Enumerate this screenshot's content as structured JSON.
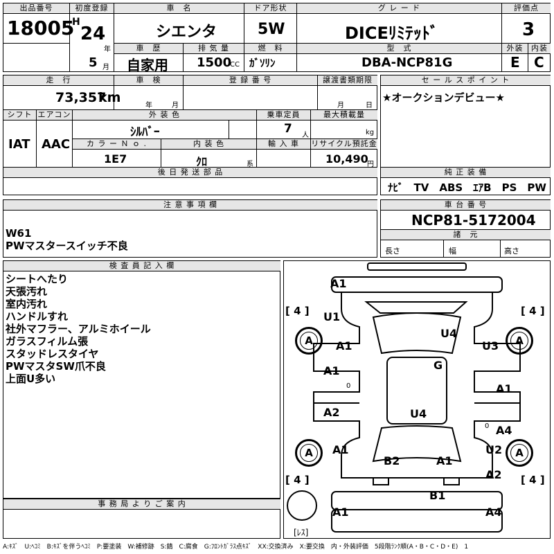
{
  "header": {
    "lot_no": {
      "label": "出品番号",
      "value": "18005"
    },
    "first_reg": {
      "label": "初度登録",
      "era": "H",
      "year": "24",
      "year_unit": "年",
      "month": "5",
      "month_unit": "月"
    },
    "name": {
      "label": "車　名",
      "value": "シエンタ"
    },
    "doors": {
      "label": "ドア形状",
      "value": "5W"
    },
    "grade": {
      "label": "グ レ ー ド",
      "value": "DICEﾘﾐﾃｯﾄﾞ"
    },
    "score": {
      "label": "評価点",
      "value": "3"
    },
    "history": {
      "label": "車　歴",
      "value": "自家用"
    },
    "displacement": {
      "label": "排 気 量",
      "value": "1500",
      "unit": "CC"
    },
    "fuel": {
      "label": "燃　料",
      "value": "ｶﾞｿﾘﾝ"
    },
    "model": {
      "label": "型　式",
      "value": "DBA-NCP81G"
    },
    "exterior": {
      "label": "外装",
      "value": "E"
    },
    "interior": {
      "label": "内装",
      "value": "C"
    }
  },
  "row2": {
    "mileage": {
      "label": "走　行",
      "value": "73,357",
      "unit": "km"
    },
    "inspection": {
      "label": "車　検",
      "year_unit": "年",
      "month_unit": "月"
    },
    "reg_no": {
      "label": "登 録 番 号"
    },
    "transfer": {
      "label": "譲渡書類期限",
      "month_unit": "月",
      "day_unit": "日"
    },
    "shift": {
      "label": "シフト",
      "value": "IAT"
    },
    "aircon": {
      "label": "エアコン",
      "value": "AAC"
    },
    "ext_color": {
      "label": "外 装 色",
      "value": "ｼﾙﾊﾞｰ"
    },
    "capacity": {
      "label": "乗車定員",
      "value": "7",
      "unit": "人"
    },
    "max_load": {
      "label": "最大積載量",
      "unit": "kg"
    },
    "color_no": {
      "label": "カ ラ ー Ｎ ｏ .",
      "value": "1E7"
    },
    "int_color": {
      "label": "内 装 色",
      "value": "ｸﾛ",
      "unit": "系"
    },
    "import": {
      "label": "輸 入 車"
    },
    "recycle": {
      "label": "リサイクル預託金",
      "value": "10,490",
      "unit": "円"
    },
    "later_parts": {
      "label": "後 日 発 送 部 品"
    }
  },
  "sales": {
    "label": "セ ー ル ス ポ イ ン ト",
    "text": "★オークションデビュー★"
  },
  "genuine": {
    "label": "純 正 装 備",
    "text": "ﾅﾋﾞ　TV　ABS　ｴｱB　PS　PW"
  },
  "caution": {
    "label": "注 意 事 項 欄",
    "lines": [
      "W61",
      "PWマスタースイッチ不良"
    ]
  },
  "chassis": {
    "label": "車 台 番 号",
    "value": "NCP81-5172004"
  },
  "specs": {
    "label": "諸　元",
    "length": "長さ",
    "width": "幅",
    "height": "高さ"
  },
  "inspector": {
    "label": "検 査 員 記 入 欄",
    "lines": [
      "シートへたり",
      "天張汚れ",
      "室内汚れ",
      "ハンドルすれ",
      "社外マフラー、アルミホイール",
      "ガラスフィルム張",
      "スタッドレスタイヤ",
      "PWマスタSW爪不良",
      "上面U多い"
    ]
  },
  "office": {
    "label": "事 務 局 よ り ご 案 内"
  },
  "diagram": {
    "marks": {
      "front_a1": "A1",
      "u1": "U1",
      "a1_fl": "A1",
      "u4_top": "U4",
      "u3": "U3",
      "g": "G",
      "a1_left_door": "A1",
      "zero_1": "0",
      "a1_right_door": "A1",
      "a2_left": "A2",
      "u4_mid": "U4",
      "zero_2": "0",
      "a4_right": "A4",
      "a1_rl": "A1",
      "b2": "B2",
      "a1_rear": "A1",
      "u2": "U2",
      "a2_rr": "A2",
      "b1": "B1",
      "a1_bumper_l": "A1",
      "a4_bumper_r": "A4",
      "wheel_fl": "A",
      "wheel_fr": "A",
      "wheel_rl": "A",
      "wheel_rr": "A",
      "tread_fl": "[ 4 ]",
      "tread_fr": "[ 4 ]",
      "tread_rl": "[ 4 ]",
      "tread_rr": "[ 4 ]",
      "spare": "[ﾚｽ]"
    }
  },
  "legend": "A:ｷｽﾞ　U:ﾍｺﾐ　B:ｷｽﾞを伴うﾍｺﾐ　P:要塗装　W:補修跡　S:錆　C:腐食　G:ﾌﾛﾝﾄｶﾞﾗｽ点ｷｽﾞ　XX:交換済み　X:要交換　内・外装評価　5段階ﾗﾝｸ順(A・B・C・D・E)　1"
}
